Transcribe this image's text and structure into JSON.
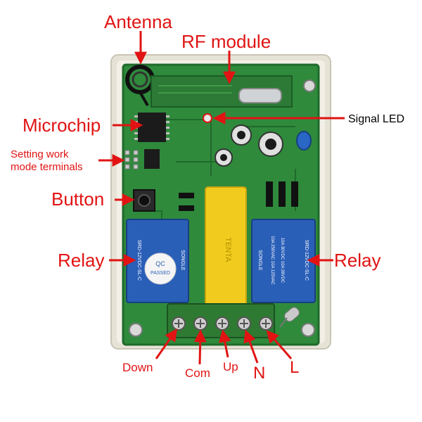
{
  "labels": {
    "antenna": "Antenna",
    "rf_module": "RF module",
    "microchip": "Microchip",
    "signal_led": "Signal LED",
    "setting_line1": "Setting work",
    "setting_line2": "mode terminals",
    "button": "Button",
    "relay_left": "Relay",
    "relay_right": "Relay",
    "down": "Down",
    "com": "Com",
    "up": "Up",
    "n": "N",
    "l": "L"
  },
  "board_markings": {
    "capacitor_text": "TENTA",
    "relay_brand": "SONGLE",
    "relay_model": "SRD-12VDC-SL-C",
    "relay_rating1": "10A 250VAC 10A 125VAC",
    "relay_rating2": "10A 30VDC 10A 28VDC",
    "qc_line1": "QC",
    "qc_line2": "PASSED"
  },
  "colors": {
    "annotation": "#e11313",
    "pcb_green": "#2f8a3c",
    "pcb_dark": "#1f6a2a",
    "enclosure": "#e6e3d6",
    "relay_blue": "#2a5fb8",
    "capacitor_yellow": "#f1cc1e",
    "terminal_green": "#2e7a32"
  }
}
